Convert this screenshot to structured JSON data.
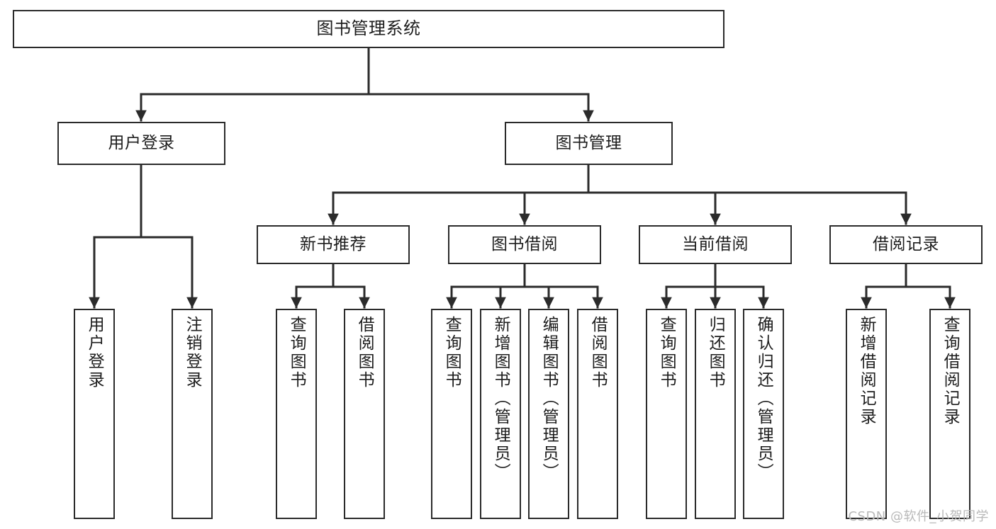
{
  "diagram": {
    "title": "图书管理系统",
    "type": "tree",
    "watermark": "CSDN @软件_小贺同学",
    "colors": {
      "stroke": "#2b2b2b",
      "fill": "#ffffff",
      "text": "#1d1d1d",
      "watermark": "#b9b9b9"
    },
    "levels": {
      "root": {
        "label": "图书管理系统"
      },
      "level2": [
        {
          "label": "用户登录"
        },
        {
          "label": "图书管理"
        }
      ],
      "level3": [
        {
          "label": "新书推荐"
        },
        {
          "label": "图书借阅"
        },
        {
          "label": "当前借阅"
        },
        {
          "label": "借阅记录"
        }
      ],
      "leaves": [
        {
          "label": "用户登录",
          "parent": "用户登录"
        },
        {
          "label": "注销登录",
          "parent": "用户登录"
        },
        {
          "label": "查询图书",
          "parent": "新书推荐"
        },
        {
          "label": "借阅图书",
          "parent": "新书推荐"
        },
        {
          "label": "查询图书",
          "parent": "图书借阅"
        },
        {
          "label": "新增图书（管理员）",
          "parent": "图书借阅"
        },
        {
          "label": "编辑图书（管理员）",
          "parent": "图书借阅"
        },
        {
          "label": "借阅图书",
          "parent": "图书借阅"
        },
        {
          "label": "查询图书",
          "parent": "当前借阅"
        },
        {
          "label": "归还图书",
          "parent": "当前借阅"
        },
        {
          "label": "确认归还（管理员）",
          "parent": "当前借阅"
        },
        {
          "label": "新增借阅记录",
          "parent": "借阅记录"
        },
        {
          "label": "查询借阅记录",
          "parent": "借阅记录"
        }
      ]
    }
  }
}
